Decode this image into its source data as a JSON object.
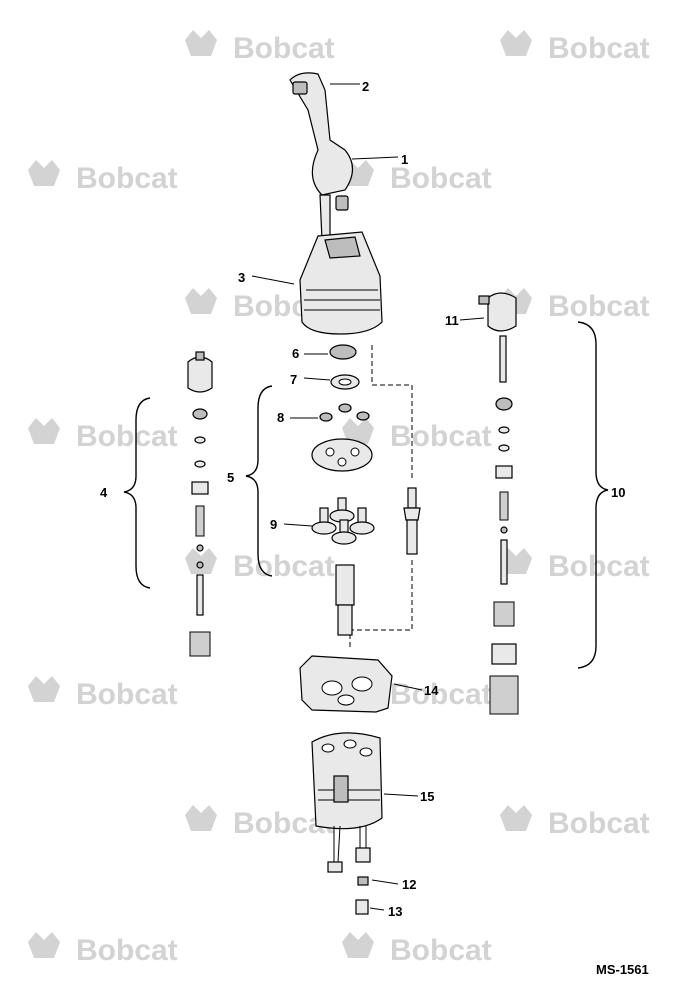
{
  "watermark": {
    "brand": "Bobcat"
  },
  "drawing_code": "MS-1561",
  "callouts": [
    {
      "id": "c1",
      "label": "1"
    },
    {
      "id": "c2",
      "label": "2"
    },
    {
      "id": "c3",
      "label": "3"
    },
    {
      "id": "c4",
      "label": "4"
    },
    {
      "id": "c5",
      "label": "5"
    },
    {
      "id": "c6",
      "label": "6"
    },
    {
      "id": "c7",
      "label": "7"
    },
    {
      "id": "c8",
      "label": "8"
    },
    {
      "id": "c9",
      "label": "9"
    },
    {
      "id": "c10",
      "label": "10"
    },
    {
      "id": "c11",
      "label": "11"
    },
    {
      "id": "c12",
      "label": "12"
    },
    {
      "id": "c13",
      "label": "13"
    },
    {
      "id": "c14",
      "label": "14"
    },
    {
      "id": "c15",
      "label": "15"
    }
  ]
}
